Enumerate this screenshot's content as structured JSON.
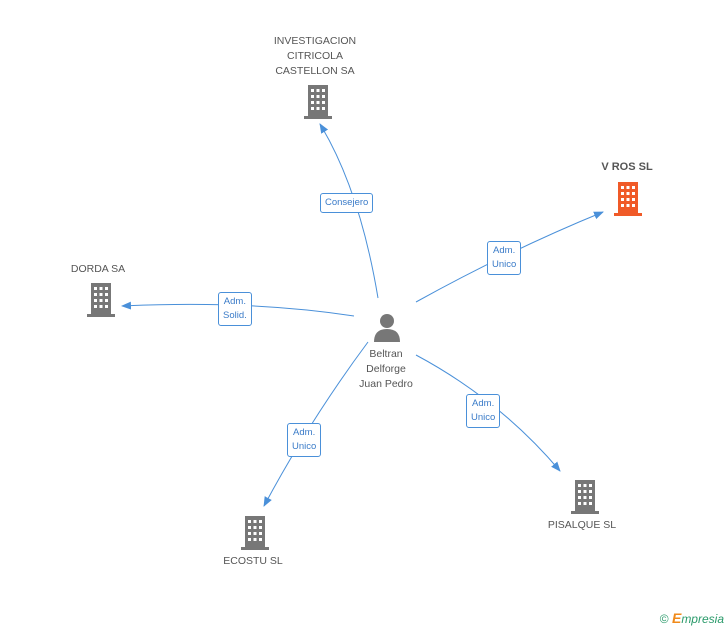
{
  "center": {
    "name_lines": [
      "Beltran",
      "Delforge",
      "Juan Pedro"
    ],
    "icon": "person-icon"
  },
  "companies": [
    {
      "id": "investigacion",
      "name_lines": [
        "INVESTIGACION",
        "CITRICOLA",
        "CASTELLON SA"
      ],
      "icon": "building-icon",
      "color": "#777777"
    },
    {
      "id": "vros",
      "name_lines": [
        "V ROS SL"
      ],
      "icon": "building-icon",
      "color": "#f05a28",
      "highlight": true
    },
    {
      "id": "dorda",
      "name_lines": [
        "DORDA SA"
      ],
      "icon": "building-icon",
      "color": "#777777"
    },
    {
      "id": "pisalque",
      "name_lines": [
        "PISALQUE SL"
      ],
      "icon": "building-icon",
      "color": "#777777"
    },
    {
      "id": "ecostu",
      "name_lines": [
        "ECOSTU SL"
      ],
      "icon": "building-icon",
      "color": "#777777"
    }
  ],
  "relations": [
    {
      "to": "investigacion",
      "lines": [
        "Consejero"
      ]
    },
    {
      "to": "vros",
      "lines": [
        "Adm.",
        "Unico"
      ]
    },
    {
      "to": "dorda",
      "lines": [
        "Adm.",
        "Solid."
      ]
    },
    {
      "to": "pisalque",
      "lines": [
        "Adm.",
        "Unico"
      ]
    },
    {
      "to": "ecostu",
      "lines": [
        "Adm.",
        "Unico"
      ]
    }
  ],
  "colors": {
    "edge": "#4a90d9",
    "person": "#777777"
  },
  "footer": {
    "copyright": "©",
    "brand_first": "E",
    "brand_rest": "mpresia"
  }
}
